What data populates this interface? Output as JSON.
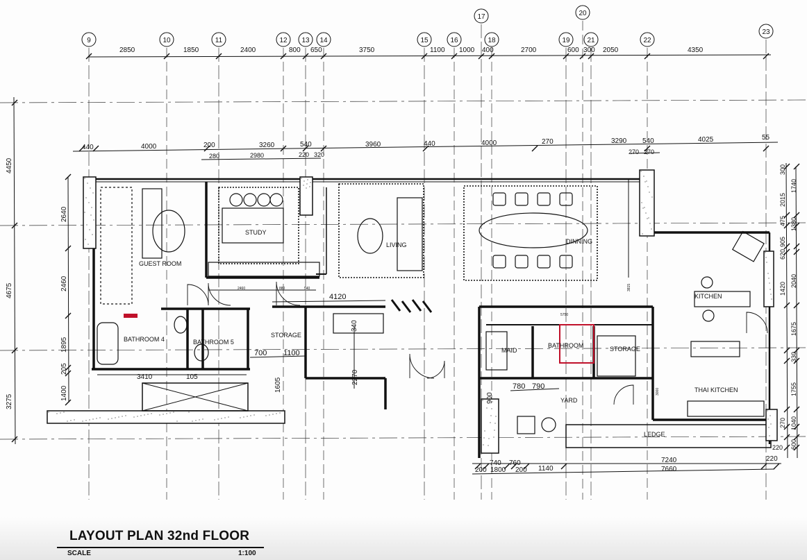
{
  "title": "LAYOUT PLAN 32nd FLOOR",
  "scale_label": "SCALE",
  "scale_value": "1:100",
  "colors": {
    "ink": "#111111",
    "accent_red": "#c0102a",
    "paper": "#fdfdfd"
  },
  "grid_lines": [
    "9",
    "10",
    "11",
    "12",
    "13",
    "14",
    "15",
    "16",
    "17",
    "18",
    "19",
    "20",
    "21",
    "22",
    "23"
  ],
  "dimensions": {
    "top_row": [
      "2850",
      "1850",
      "2400",
      "800",
      "650",
      "3750",
      "1100",
      "1000",
      "400",
      "2700",
      "600",
      "300",
      "2050",
      "4350"
    ],
    "second_row": [
      "440",
      "4000",
      "200",
      "3260",
      "540",
      "3960",
      "440",
      "4000",
      "270",
      "3290",
      "540",
      "4025",
      "55"
    ],
    "second_sub_row": [
      "280",
      "2980",
      "220",
      "320",
      "270",
      "270"
    ],
    "left_outer": [
      "4450",
      "4675",
      "3275"
    ],
    "left_inner": [
      "2640",
      "2460",
      "1895",
      "205",
      "1400"
    ],
    "right_inner": [
      "300",
      "2015",
      "475",
      "905",
      "620",
      "1420",
      "1675",
      "330",
      "1755",
      "270",
      "1040",
      "600",
      "220"
    ],
    "right_outer": [
      "1740",
      "1380",
      "2040"
    ],
    "bottom": [
      "740",
      "760",
      "200",
      "1800",
      "200",
      "1140",
      "7240",
      "7660",
      "220"
    ],
    "interior": [
      "3410",
      "105",
      "2460",
      "880",
      "540",
      "4120",
      "340",
      "2270",
      "1605",
      "700",
      "1100",
      "780",
      "790",
      "900",
      "5750",
      "3815",
      "3000"
    ]
  },
  "rooms": [
    "GUEST ROOM",
    "STUDY",
    "LIVING",
    "DINNING",
    "KITCHEN",
    "BATHROOM 4",
    "BATHROOM 5",
    "STORAGE",
    "MAID",
    "BATHROOM",
    "STORAGE",
    "YARD",
    "THAI KITCHEN",
    "LEDGE"
  ]
}
